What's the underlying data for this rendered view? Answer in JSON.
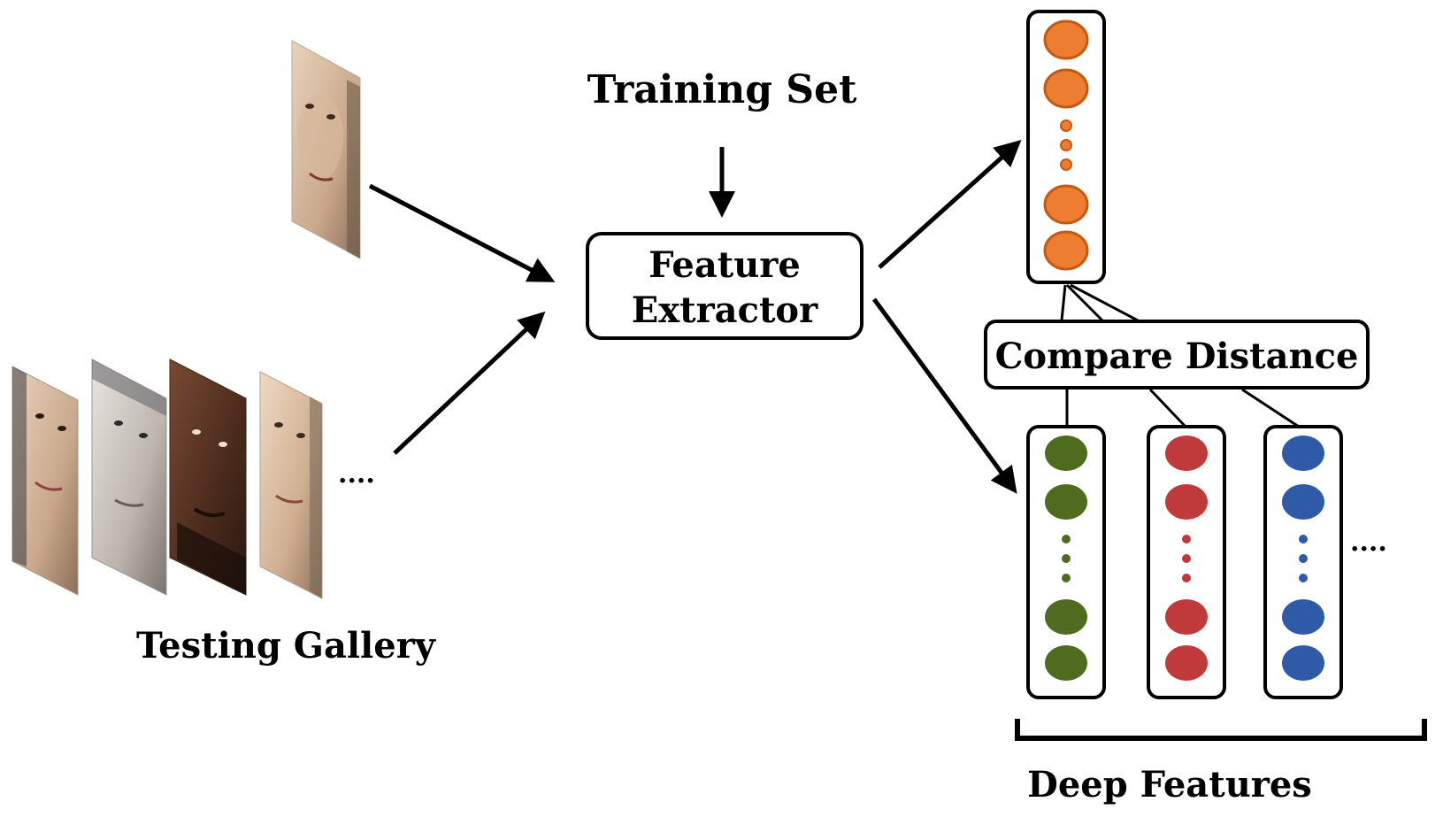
{
  "labels": {
    "training_set": "Training Set",
    "feature_extractor_line1": "Feature",
    "feature_extractor_line2": "Extractor",
    "compare_distance": "Compare Distance",
    "testing_gallery": "Testing Gallery",
    "deep_features": "Deep Features",
    "gallery_ellipsis": "....",
    "features_ellipsis": "...."
  },
  "colors": {
    "probe_feature": "#ed7d31",
    "probe_feature_stroke": "#c55a11",
    "gallery_feature_1": "#4e6b1f",
    "gallery_feature_2": "#c0393b",
    "gallery_feature_3": "#2e5aa8",
    "stroke": "#000000"
  },
  "icons": {
    "probe_face": "face-photo-icon",
    "gallery_faces": [
      "face-photo-icon",
      "face-photo-icon",
      "face-photo-icon",
      "face-photo-icon"
    ]
  }
}
